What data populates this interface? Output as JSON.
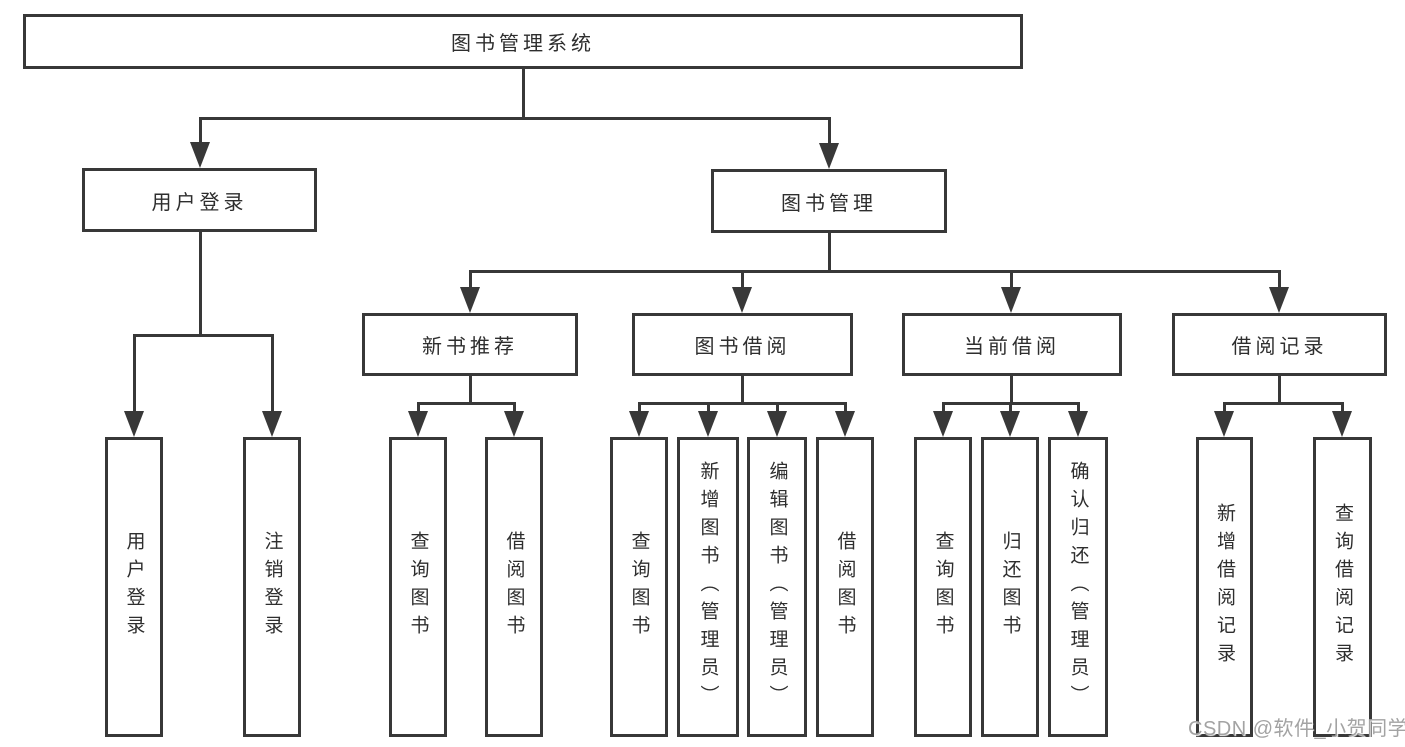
{
  "diagram": {
    "type": "tree",
    "root": {
      "label": "图书管理系统",
      "children": [
        {
          "label": "用户登录",
          "children": [
            {
              "label": "用户登录"
            },
            {
              "label": "注销登录"
            }
          ]
        },
        {
          "label": "图书管理",
          "children": [
            {
              "label": "新书推荐",
              "children": [
                {
                  "label": "查询图书"
                },
                {
                  "label": "借阅图书"
                }
              ]
            },
            {
              "label": "图书借阅",
              "children": [
                {
                  "label": "查询图书"
                },
                {
                  "label": "新增图书（管理员）"
                },
                {
                  "label": "编辑图书（管理员）"
                },
                {
                  "label": "借阅图书"
                }
              ]
            },
            {
              "label": "当前借阅",
              "children": [
                {
                  "label": "查询图书"
                },
                {
                  "label": "归还图书"
                },
                {
                  "label": "确认归还（管理员）"
                }
              ]
            },
            {
              "label": "借阅记录",
              "children": [
                {
                  "label": "新增借阅记录"
                },
                {
                  "label": "查询借阅记录"
                }
              ]
            }
          ]
        }
      ]
    }
  },
  "watermark": {
    "text": "CSDN @软件_小贺同学"
  },
  "colors": {
    "line": "#383838",
    "text": "#2e2e2e",
    "background": "#ffffff",
    "watermark": "#a3a3a3"
  }
}
